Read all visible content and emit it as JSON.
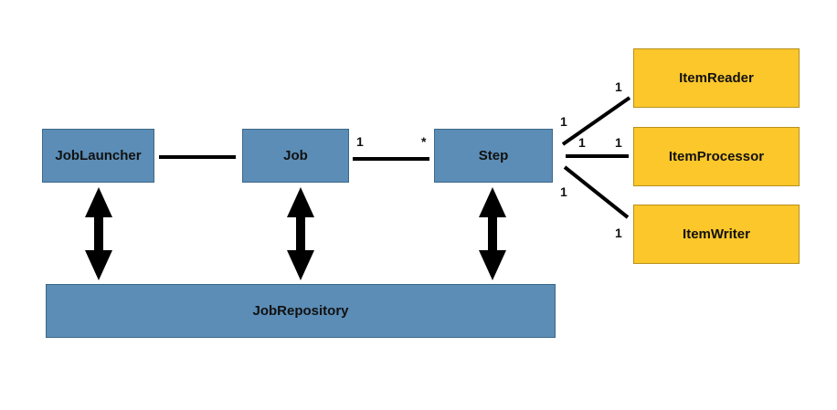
{
  "nodes": {
    "job_launcher": "JobLauncher",
    "job": "Job",
    "step": "Step",
    "job_repository": "JobRepository",
    "item_reader": "ItemReader",
    "item_processor": "ItemProcessor",
    "item_writer": "ItemWriter"
  },
  "multiplicities": {
    "job_step_job_end": "1",
    "job_step_step_end": "*",
    "step_reader_step_end": "1",
    "step_reader_reader_end": "1",
    "step_processor_step_end": "1",
    "step_processor_processor_end": "1",
    "step_writer_step_end": "1",
    "step_writer_writer_end": "1"
  },
  "colors": {
    "core_box": "#5b8db6",
    "item_box": "#fcc72b",
    "connector": "#000000"
  }
}
